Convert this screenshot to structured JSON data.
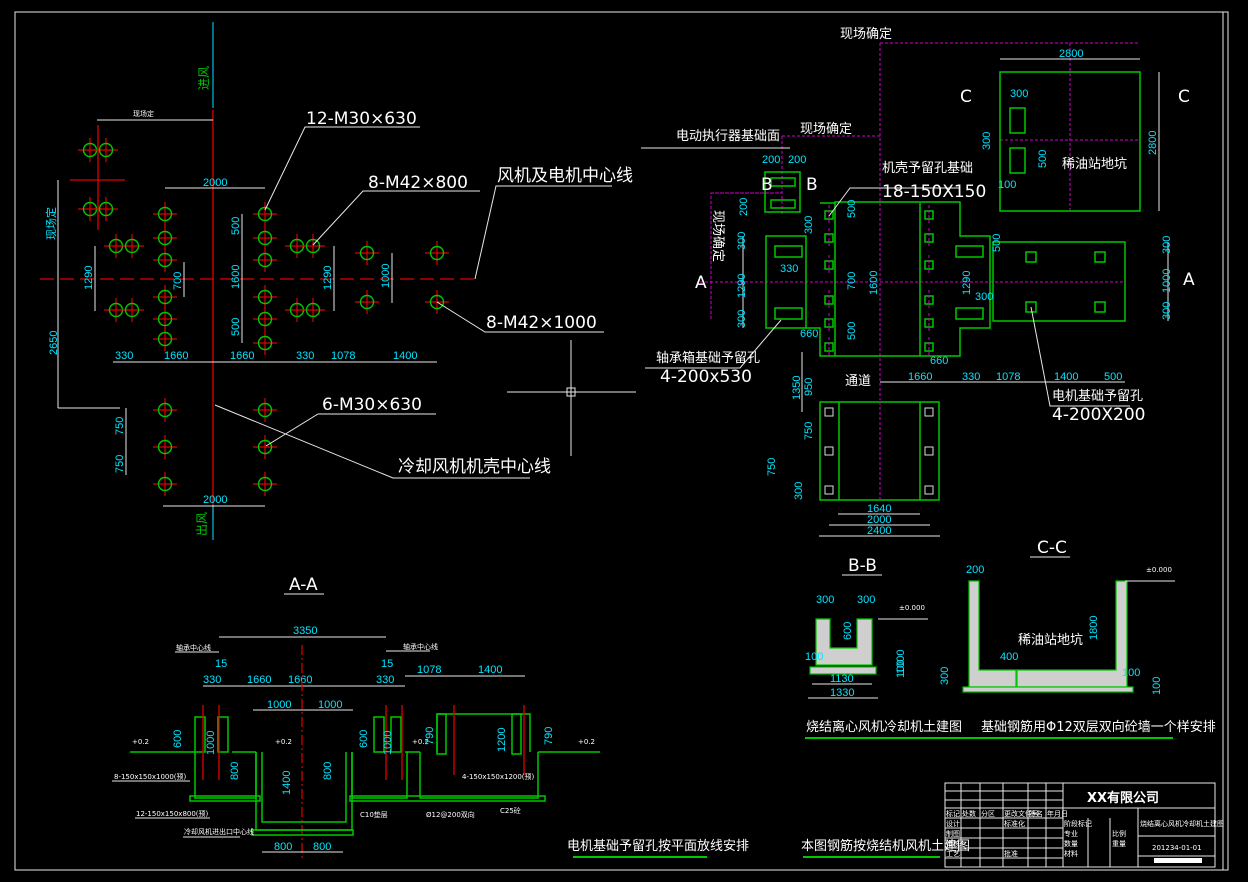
{
  "drawing": {
    "title": "烧结离心风机冷却机土建图",
    "plan_view": {
      "labels": {
        "inlet_air": "进风",
        "outlet_air": "出风",
        "site_determined_top": "现场定",
        "site_determined_side": "现场定",
        "bolt_group_1": "12-M30×630",
        "bolt_group_2": "8-M42×800",
        "bolt_group_3": "8-M42×1000",
        "bolt_group_4": "6-M30×630",
        "fan_motor_centerline": "风机及电机中心线",
        "cooling_fan_casing_centerline": "冷却风机机壳中心线"
      },
      "dims": {
        "d2000_top": "2000",
        "d500_a": "500",
        "d1600": "1600",
        "d500_b": "500",
        "d700": "700",
        "d1290_left": "1290",
        "d1290_right": "1290",
        "d1000": "1000",
        "d2650": "2650",
        "bottom_row": [
          "330",
          "1660",
          "1660",
          "330",
          "1078",
          "1400"
        ],
        "d750_a": "750",
        "d750_b": "750",
        "d2000_bottom": "2000"
      }
    },
    "foundation_plan": {
      "labels": {
        "site_determined_1": "现场确定",
        "site_determined_2": "现场确定",
        "site_determined_3": "现场确定",
        "actuator_base": "电动执行器基础面",
        "casing_holes_title": "机壳予留孔基础",
        "casing_holes_spec": "18-150X150",
        "bearing_holes_title": "轴承箱基础予留孔",
        "bearing_holes_spec": "4-200x530",
        "motor_holes_title": "电机基础予留孔",
        "motor_holes_spec": "4-200X200",
        "passage": "通道",
        "oil_pit": "稀油站地坑",
        "section_a_left": "A",
        "section_a_right": "A",
        "section_b_left": "B",
        "section_b_right": "B",
        "section_c_left": "C",
        "section_c_right": "C"
      },
      "dims": {
        "d200_a": "200",
        "d200_b": "200",
        "d200_v": "200",
        "d300_a": "300",
        "d1290": "1290",
        "d300_b": "300",
        "d330": "330",
        "d300_c": "300",
        "d700": "700",
        "d1600": "1600",
        "d500": "500",
        "d300_top": "300",
        "d500_top": "500",
        "d1290_r": "1290",
        "d300_r": "300",
        "d300_mr1": "300",
        "d1000_mr": "1000",
        "d300_mr2": "300",
        "d500_mr": "500",
        "d660_l": "660",
        "d660_r": "660",
        "d1660": "1660",
        "d330_b": "330",
        "d1078": "1078",
        "d1400": "1400",
        "d500_b": "500",
        "d1350": "1350",
        "d950": "950",
        "d750_a": "750",
        "d750_b": "750",
        "d300_bot": "300",
        "d1640": "1640",
        "d2000": "2000",
        "d2400": "2400",
        "d2800_w": "2800",
        "d2800_h": "2800",
        "d300_pit": "300",
        "d300_pit_v": "300",
        "d500_pit": "500",
        "d100_pit": "100"
      }
    },
    "section_aa": {
      "title": "A-A",
      "labels": {
        "bearing_centerline_l": "轴承中心线",
        "bearing_centerline_r": "轴承中心线",
        "elev_1": "+0.2",
        "elev_2": "+0.2",
        "elev_3": "+0.2",
        "elev_4": "+0.2",
        "note_1": "8-150x150x1000(预)",
        "note_2": "12-150x150x800(预)",
        "note_3": "冷却风机进出口中心线",
        "note_4": "C10垫层",
        "note_5": "Ø12@200双向",
        "note_6": "C25砼",
        "note_7": "4-150x150x1200(预)",
        "bottom_caption": "电机基础予留孔按平面放线安排"
      },
      "dims": {
        "d3350": "3350",
        "d15_l": "15",
        "d15_r": "15",
        "row1": [
          "330",
          "1660",
          "1660",
          "330"
        ],
        "d1078": "1078",
        "d1400": "1400",
        "d1000_l": "1000",
        "d1000_r": "1000",
        "d600_l": "600",
        "d1000_vl": "1000",
        "d800_l": "800",
        "d1400_v": "1400",
        "d800_vr": "800",
        "d600_r": "600",
        "d1000_vr": "1000",
        "d790_l": "790",
        "d1200": "1200",
        "d790_r": "790",
        "d800_b1": "800",
        "d800_b2": "800"
      }
    },
    "section_bb": {
      "title": "B-B",
      "elev": "±0.000",
      "dims": {
        "d300_a": "300",
        "d300_b": "300",
        "d600": "600",
        "d1000": "1000",
        "d100_a": "100",
        "d100_b": "100",
        "d1130": "1130",
        "d1330": "1330"
      },
      "caption": "烧结离心风机冷却机土建图"
    },
    "section_cc": {
      "title": "C-C",
      "elev": "±0.000",
      "label": "稀油站地坑",
      "dims": {
        "d200": "200",
        "d1800": "1800",
        "d400": "400",
        "d300": "300",
        "d100_a": "100",
        "d100_b": "100"
      },
      "caption": "基础钢筋用Φ12双层双向砼墙一个样安排"
    },
    "bottom_note": "本图钢筋按烧结机风机土建图",
    "title_block": {
      "company": "XX有限公司",
      "drawing_name": "烧结离心风机冷却机土建图",
      "drawing_no": "201234-01-01",
      "header_cells": [
        "标记",
        "处数",
        "分区",
        "更改文件号",
        "签名",
        "年月日"
      ],
      "row_labels": [
        "设计",
        "制图",
        "审核",
        "工艺"
      ],
      "mid_labels": [
        "标准化",
        "批准"
      ],
      "right_labels": [
        "阶段标记",
        "专业",
        "数量",
        "材料"
      ],
      "far_labels": [
        "比例",
        "重量"
      ]
    }
  }
}
